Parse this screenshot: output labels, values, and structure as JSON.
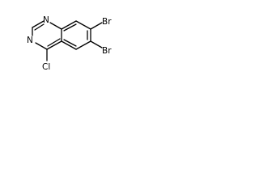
{
  "molecule": {
    "atoms": {
      "n1": "N",
      "n3": "N",
      "cl": "Cl",
      "br6": "Br",
      "br7": "Br"
    }
  }
}
